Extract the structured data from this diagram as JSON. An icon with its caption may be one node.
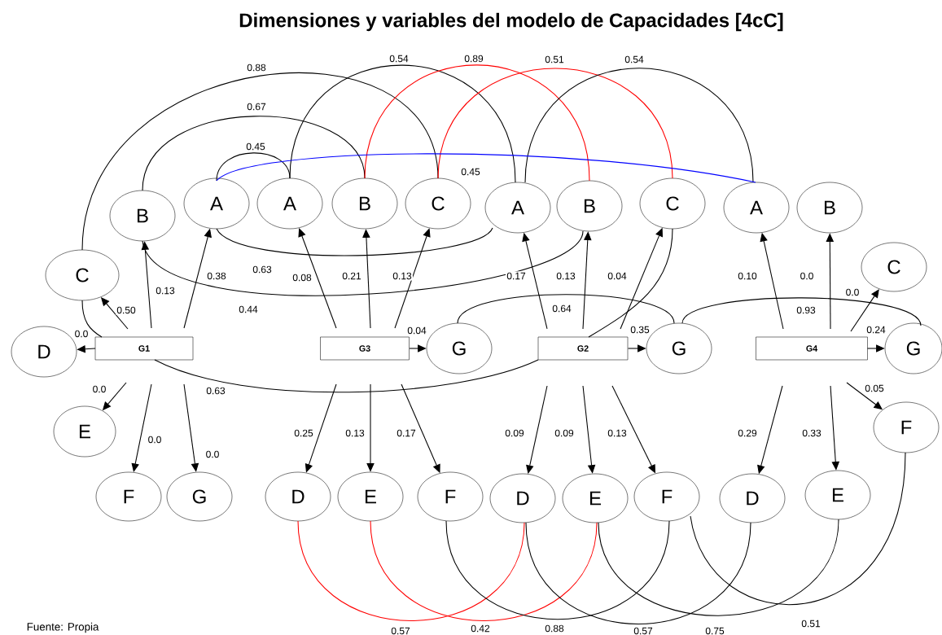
{
  "diagram": {
    "title": "Dimensiones y variables del modelo de Capacidades [4cC]",
    "caption": "Fuente:  Propia",
    "nodes": [
      {
        "text": [
          "B"
        ]
      },
      {
        "text": [
          "A"
        ]
      },
      {
        "text": [
          "A"
        ]
      },
      {
        "text": [
          "B"
        ]
      },
      {
        "text": [
          "C"
        ]
      },
      {
        "text": [
          "A"
        ]
      },
      {
        "text": [
          "B"
        ]
      },
      {
        "text": [
          "C"
        ]
      },
      {
        "text": [
          "A"
        ]
      },
      {
        "text": [
          "B"
        ]
      },
      {
        "text": [
          "C"
        ]
      },
      {
        "text": [
          "C"
        ]
      },
      {
        "text": [
          "D"
        ]
      },
      {
        "text": [
          "G1"
        ]
      },
      {
        "text": [
          "G3"
        ]
      },
      {
        "text": [
          "G"
        ]
      },
      {
        "text": [
          "G2"
        ]
      },
      {
        "text": [
          "G"
        ]
      },
      {
        "text": [
          "G4"
        ]
      },
      {
        "text": [
          "G"
        ]
      },
      {
        "text": [
          "E"
        ]
      },
      {
        "text": [
          "F"
        ]
      },
      {
        "text": [
          "F"
        ]
      },
      {
        "text": [
          "G"
        ]
      },
      {
        "text": [
          "D"
        ]
      },
      {
        "text": [
          "E"
        ]
      },
      {
        "text": [
          "F"
        ]
      },
      {
        "text": [
          "D"
        ]
      },
      {
        "text": [
          "E"
        ]
      },
      {
        "text": [
          "F"
        ]
      },
      {
        "text": [
          "D"
        ]
      },
      {
        "text": [
          "E"
        ]
      }
    ],
    "edges": [
      {
        "from": 13,
        "to": 10,
        "arrow": "to",
        "label": "0.50"
      },
      {
        "from": 13,
        "to": 0,
        "arrow": "to",
        "label": "0.13"
      },
      {
        "from": 13,
        "to": 1,
        "arrow": "to",
        "label": "0.38"
      },
      {
        "from": 13,
        "to": 12,
        "arrow": "to",
        "label": "0.0"
      },
      {
        "from": 13,
        "to": 20,
        "arrow": "to",
        "label": "0.0"
      },
      {
        "from": 13,
        "to": 22,
        "arrow": "to",
        "label": "0.0"
      },
      {
        "from": 13,
        "to": 23,
        "arrow": "to",
        "label": "0.0"
      },
      {
        "from": 14,
        "to": 2,
        "arrow": "to",
        "label": "0.08"
      },
      {
        "from": 14,
        "to": 3,
        "arrow": "to",
        "label": "0.21"
      },
      {
        "from": 14,
        "to": 4,
        "arrow": "to",
        "label": "0.13"
      },
      {
        "from": 14,
        "to": 15,
        "arrow": "to",
        "label": "0.04"
      },
      {
        "from": 14,
        "to": 24,
        "arrow": "to",
        "label": "0.25"
      },
      {
        "from": 14,
        "to": 25,
        "arrow": "to",
        "label": "0.13"
      },
      {
        "from": 14,
        "to": 26,
        "arrow": "to",
        "label": "0.17"
      },
      {
        "from": 16,
        "to": 5,
        "arrow": "to",
        "label": "0.17"
      },
      {
        "from": 16,
        "to": 6,
        "arrow": "to",
        "label": "0.13"
      },
      {
        "from": 16,
        "to": 7,
        "arrow": "to",
        "label": "0.04"
      },
      {
        "from": 16,
        "to": 17,
        "arrow": "to",
        "label": "0.35"
      },
      {
        "from": 16,
        "to": 27,
        "arrow": "to",
        "label": "0.09"
      },
      {
        "from": 16,
        "to": 28,
        "arrow": "to",
        "label": "0.09"
      },
      {
        "from": 16,
        "to": 29,
        "arrow": "to",
        "label": "0.13"
      },
      {
        "from": 18,
        "to": 8,
        "arrow": "to",
        "label": "0.10"
      },
      {
        "from": 18,
        "to": 9,
        "arrow": "to",
        "label": "0.0"
      },
      {
        "from": 18,
        "to": 11,
        "arrow": "to",
        "label": "0.0"
      },
      {
        "from": 18,
        "to": 19,
        "arrow": "to",
        "label": "0.24"
      },
      {
        "from": 18,
        "to": 21,
        "arrow": "to",
        "label": "0.05"
      },
      {
        "from": 18,
        "to": 30,
        "arrow": "to",
        "label": "0.29"
      },
      {
        "from": 18,
        "to": 31,
        "arrow": "to",
        "label": "0.33"
      },
      {
        "from": 10,
        "to": 4,
        "arrow": "none",
        "label": "0.88"
      },
      {
        "from": 0,
        "to": 3,
        "arrow": "none",
        "label": "0.67"
      },
      {
        "from": 1,
        "to": 2,
        "arrow": "none",
        "label": "0.45"
      },
      {
        "from": 2,
        "to": 5,
        "arrow": "none",
        "label": "0.54"
      },
      {
        "from": 3,
        "to": 6,
        "arrow": "none",
        "label": "0.89",
        "color": "#ff0000"
      },
      {
        "from": 4,
        "to": 7,
        "arrow": "none",
        "label": "0.51",
        "color": "#ff0000"
      },
      {
        "from": 5,
        "to": 8,
        "arrow": "none",
        "label": "0.54"
      },
      {
        "from": 1,
        "to": 8,
        "arrow": "none",
        "label": "0.45",
        "color": "#0000ff"
      },
      {
        "from": 1,
        "to": 5,
        "arrow": "none",
        "label": "0.63"
      },
      {
        "from": 0,
        "to": 6,
        "arrow": "none",
        "label": "0.44"
      },
      {
        "from": 10,
        "to": 13,
        "arrow": "none"
      },
      {
        "from": 13,
        "to": 16,
        "arrow": "none",
        "label": "0.63"
      },
      {
        "from": 7,
        "to": 16,
        "arrow": "none"
      },
      {
        "from": 15,
        "to": 17,
        "arrow": "none",
        "label": "0.64"
      },
      {
        "from": 17,
        "to": 19,
        "arrow": "none",
        "label": "0.93"
      },
      {
        "from": 24,
        "to": 27,
        "arrow": "none",
        "label": "0.57",
        "color": "#ff0000"
      },
      {
        "from": 25,
        "to": 28,
        "arrow": "none",
        "label": "0.42",
        "color": "#ff0000"
      },
      {
        "from": 26,
        "to": 29,
        "arrow": "none",
        "label": "0.88"
      },
      {
        "from": 27,
        "to": 30,
        "arrow": "none",
        "label": "0.57"
      },
      {
        "from": 28,
        "to": 31,
        "arrow": "none",
        "label": "0.75"
      },
      {
        "from": 29,
        "to": 21,
        "arrow": "none",
        "label": "0.51"
      }
    ]
  }
}
